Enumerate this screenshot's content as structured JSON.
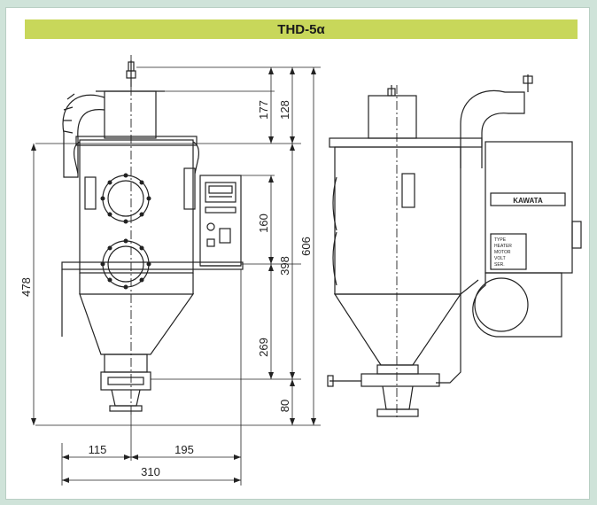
{
  "title": "THD-5α",
  "dimensions": {
    "top_height": "177",
    "cap_height": "128",
    "window_spacing": "160",
    "mid_height": "398",
    "total_height": "606",
    "body_height": "478",
    "cone_height": "269",
    "bottom_height": "80",
    "left_width": "115",
    "right_width": "195",
    "total_width": "310"
  },
  "nameplate": {
    "brand": "KAWATA",
    "lines": [
      "TYPE",
      "HEATER",
      "MOTOR",
      "VOLT",
      "SER."
    ]
  },
  "colors": {
    "title_bar": "#c8d75a",
    "background": "#cfe3d9",
    "line": "#222222"
  }
}
